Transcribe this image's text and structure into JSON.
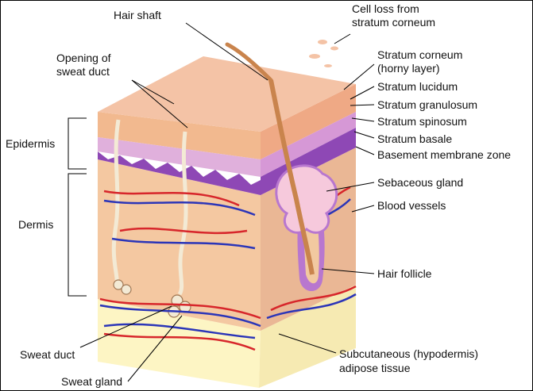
{
  "diagram": {
    "labels": {
      "hair_shaft": "Hair shaft",
      "cell_loss_line1": "Cell loss from",
      "cell_loss_line2": "stratum corneum",
      "opening_line1": "Opening of",
      "opening_line2": "sweat duct",
      "stratum_corneum_line1": "Stratum corneum",
      "stratum_corneum_line2": "(horny layer)",
      "stratum_lucidum": "Stratum lucidum",
      "stratum_granulosum": "Stratum granulosum",
      "stratum_spinosum": "Stratum spinosum",
      "stratum_basale": "Stratum basale",
      "basement_membrane": "Basement membrane zone",
      "epidermis": "Epidermis",
      "dermis": "Dermis",
      "sebaceous_gland": "Sebaceous gland",
      "blood_vessels": "Blood vessels",
      "hair_follicle": "Hair follicle",
      "sweat_duct": "Sweat duct",
      "sweat_gland": "Sweat gland",
      "subcutaneous_line1": "Subcutaneous (hypodermis)",
      "subcutaneous_line2": "adipose tissue"
    },
    "colors": {
      "surface": "#f4c3a6",
      "corneum": "#f2b98f",
      "spinosum": "#d9a3d6",
      "basale": "#8e48b5",
      "dermis": "#f4c8a1",
      "subcutis": "#fdf5c4",
      "artery": "#d7262b",
      "vein": "#2b35b8",
      "hair": "#c9844d",
      "sebaceous": "#f6c9dc",
      "follicle_sheath": "#b877cf"
    }
  }
}
